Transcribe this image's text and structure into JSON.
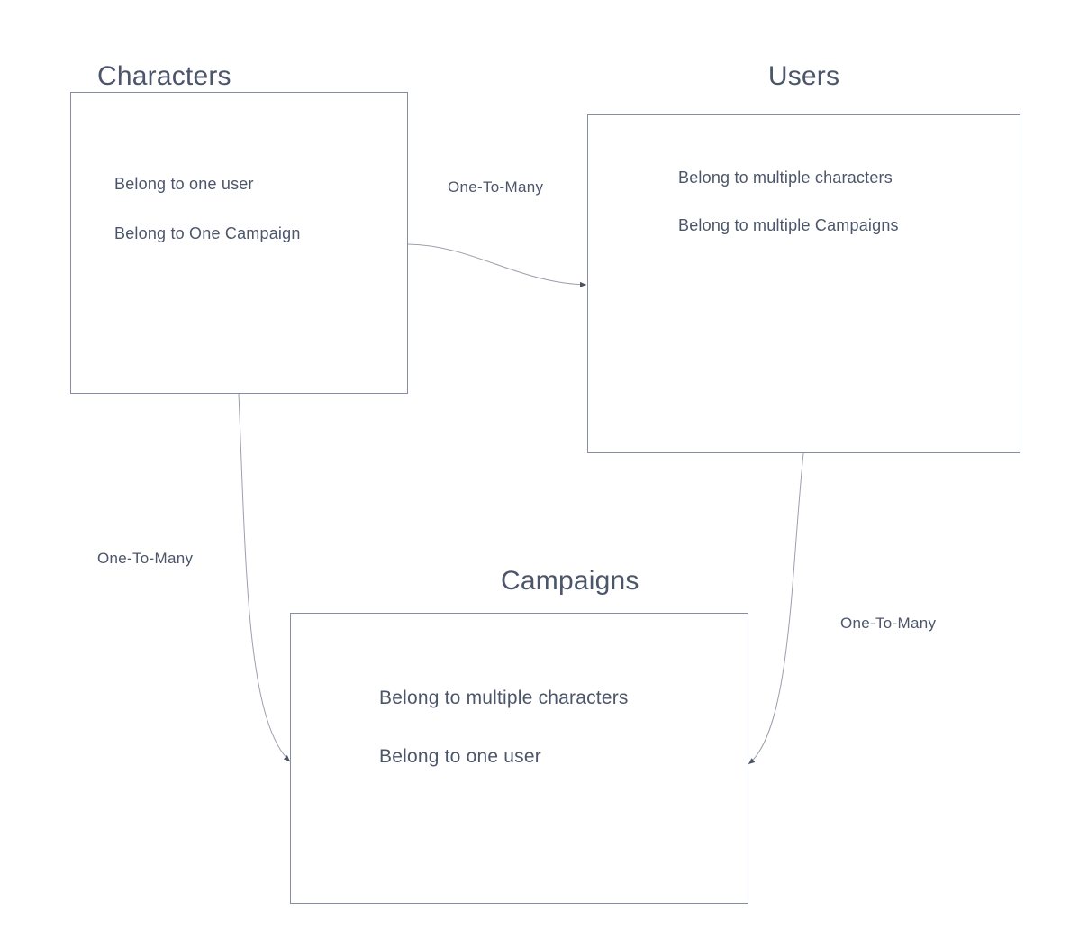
{
  "diagram": {
    "background_color": "#ffffff",
    "text_color": "#4c566b",
    "box_border_color": "#878da0",
    "connector_color": "#9aa0ac",
    "arrowhead_color": "#4a5264",
    "entities": [
      {
        "id": "characters",
        "title": "Characters",
        "items": [
          "Belong to one user",
          "Belong to One Campaign"
        ]
      },
      {
        "id": "users",
        "title": "Users",
        "items": [
          "Belong to multiple characters",
          "Belong to multiple Campaigns"
        ]
      },
      {
        "id": "campaigns",
        "title": "Campaigns",
        "items": [
          "Belong to multiple characters",
          "Belong to one user"
        ]
      }
    ],
    "edges": [
      {
        "id": "characters-to-users",
        "from": "Characters",
        "to": "Users",
        "label": "One-To-Many"
      },
      {
        "id": "characters-to-campaigns",
        "from": "Characters",
        "to": "Campaigns",
        "label": "One-To-Many"
      },
      {
        "id": "users-to-campaigns",
        "from": "Users",
        "to": "Campaigns",
        "label": "One-To-Many"
      }
    ]
  }
}
